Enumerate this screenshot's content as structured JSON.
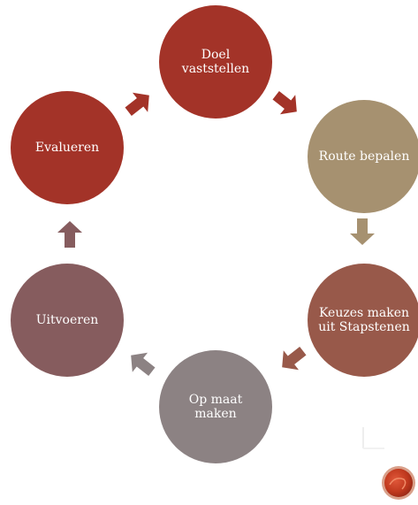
{
  "diagram": {
    "nodes": [
      {
        "id": "doel",
        "label": "Doel vaststellen",
        "color": "#A33328"
      },
      {
        "id": "route",
        "label": "Route bepalen",
        "color": "#A69170"
      },
      {
        "id": "keuzes",
        "label": "Keuzes maken uit Stapstenen",
        "color": "#98594A"
      },
      {
        "id": "opmaat",
        "label": "Op maat maken",
        "color": "#8C8283"
      },
      {
        "id": "uitvoeren",
        "label": "Uitvoeren",
        "color": "#865C5E"
      },
      {
        "id": "evalueren",
        "label": "Evalueren",
        "color": "#A33328"
      }
    ],
    "arrows": [
      {
        "from": "evalueren",
        "to": "doel",
        "color": "#A33328",
        "icon": "arrow-up-right-icon"
      },
      {
        "from": "doel",
        "to": "route",
        "color": "#A33328",
        "icon": "arrow-down-right-icon"
      },
      {
        "from": "route",
        "to": "keuzes",
        "color": "#A69170",
        "icon": "arrow-down-icon"
      },
      {
        "from": "keuzes",
        "to": "opmaat",
        "color": "#98594A",
        "icon": "arrow-down-left-icon"
      },
      {
        "from": "opmaat",
        "to": "uitvoeren",
        "color": "#8C8283",
        "icon": "arrow-up-left-icon"
      },
      {
        "from": "uitvoeren",
        "to": "evalueren",
        "color": "#865C5E",
        "icon": "arrow-up-icon"
      }
    ]
  },
  "logo": {
    "icon": "red-orb-logo",
    "color": "#C0391E"
  }
}
